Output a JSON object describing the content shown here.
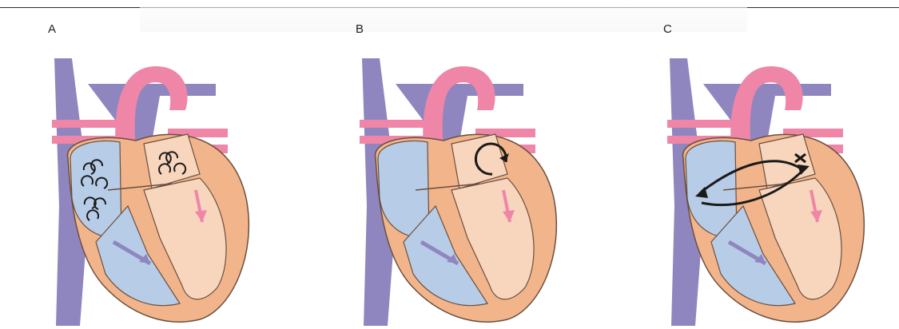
{
  "panels": [
    {
      "label": "A",
      "flow_pattern": "chaotic-atrial-swirls"
    },
    {
      "label": "B",
      "flow_pattern": "circular-left-atrial-flow"
    },
    {
      "label": "C",
      "flow_pattern": "bidirectional-interatrial-arrows"
    }
  ],
  "colors": {
    "venous": "#8f86bf",
    "arterial": "#ef86a8",
    "right_chamber": "#b7cce6",
    "left_chamber": "#f8d5bd",
    "myocardium": "#f2b58b",
    "outline": "#6a4f3f",
    "arrow": "#1a1a1a",
    "rule": "#2b2b2b"
  }
}
